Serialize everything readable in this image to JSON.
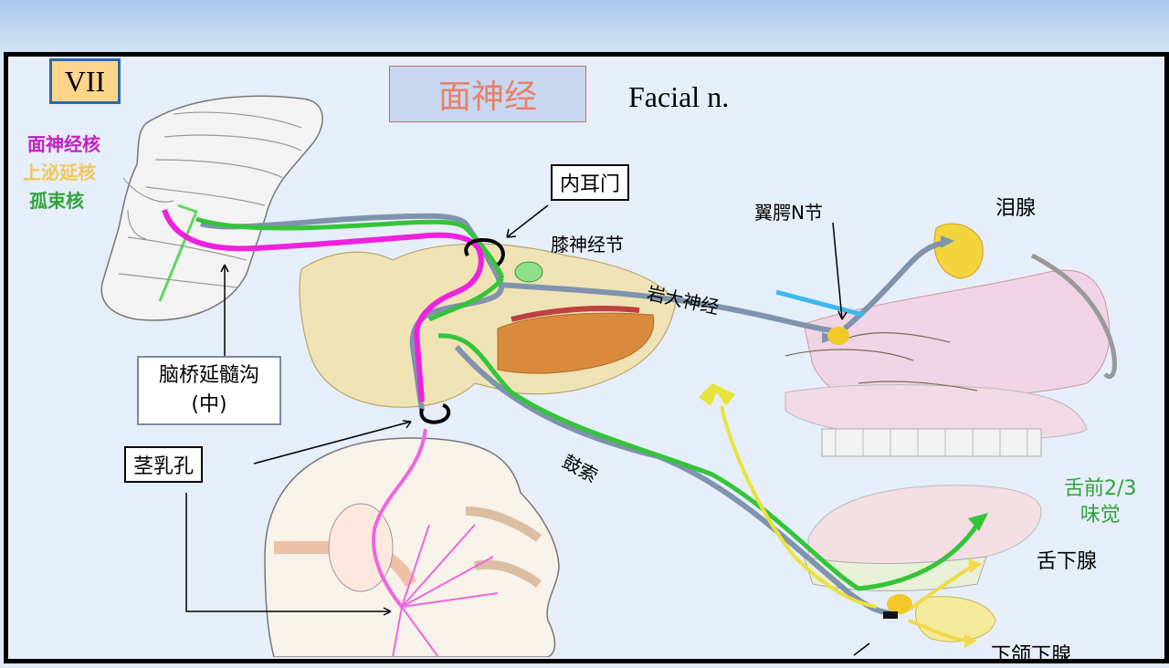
{
  "slide": {
    "chapter_badge": "VII",
    "title_cn": "面神经",
    "title_en": "Facial n."
  },
  "legend": {
    "items": [
      {
        "label": "面神经核",
        "color": "#c020c8"
      },
      {
        "label": "上泌延核",
        "color": "#f2c65a"
      },
      {
        "label": "孤束核",
        "color": "#2fa23a"
      }
    ]
  },
  "labels": {
    "internal_acoustic_meatus": "内耳门",
    "geniculate_ganglion": "膝神经节",
    "greater_petrosal_nerve": "岩大神经",
    "pterygopalatine_ganglion": "翼腭N节",
    "lacrimal_gland": "泪腺",
    "pontomedullary_sulcus": "脑桥延髓沟",
    "pontomedullary_sulcus_sub": "(中)",
    "stylomastoid_foramen": "茎乳孔",
    "chorda_tympani": "鼓索",
    "taste_anterior_line1": "舌前2/3",
    "taste_anterior_line2": "味觉",
    "sublingual_gland": "舌下腺",
    "submandibular_gland": "下颌下腺"
  },
  "colors": {
    "motor_pathway": "#ee22dd",
    "taste_pathway": "#34c43a",
    "parasympathetic_pathway": "#7f93ad",
    "sympathetic_highlight": "#3ab9ee",
    "lingual_nerve": "#e8e23a",
    "ganglion": "#f0c828"
  }
}
